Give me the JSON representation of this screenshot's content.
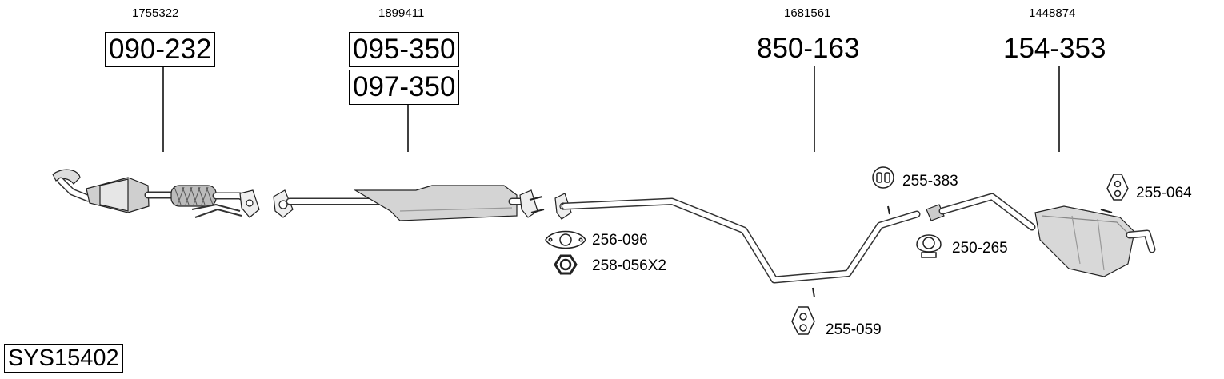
{
  "parts": [
    {
      "oem": "1755322",
      "codes": [
        "090-232"
      ],
      "boxed": true
    },
    {
      "oem": "1899411",
      "codes": [
        "095-350",
        "097-350"
      ],
      "boxed": true
    },
    {
      "oem": "1681561",
      "codes": [
        "850-163"
      ],
      "boxed": false
    },
    {
      "oem": "1448874",
      "codes": [
        "154-353"
      ],
      "boxed": false
    }
  ],
  "accessories": [
    {
      "code": "256-096",
      "icon": "gasket-icon"
    },
    {
      "code": "258-056X2",
      "icon": "nut-icon"
    },
    {
      "code": "255-383",
      "icon": "rubber-mount-icon"
    },
    {
      "code": "250-265",
      "icon": "clamp-icon"
    },
    {
      "code": "255-064",
      "icon": "rubber-mount-icon"
    },
    {
      "code": "255-059",
      "icon": "rubber-mount-icon"
    }
  ],
  "system_id": "SYS15402"
}
